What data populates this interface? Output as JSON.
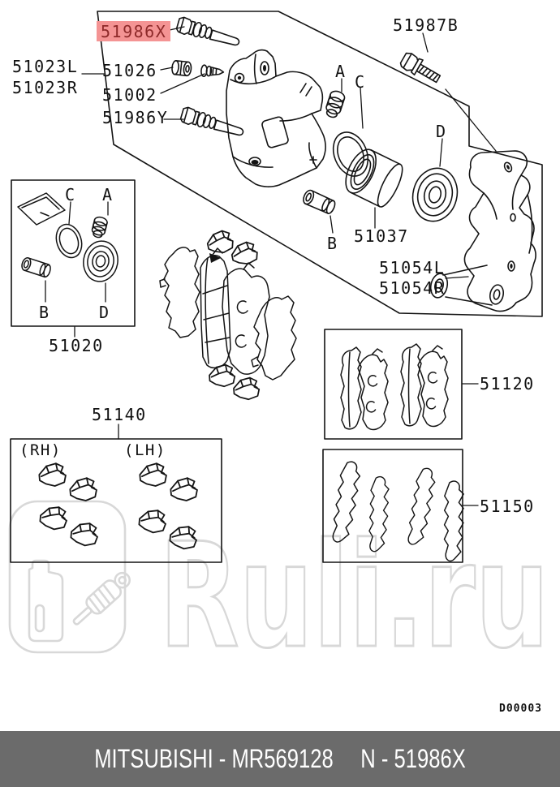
{
  "diagram": {
    "highlight": {
      "text": "51986X",
      "bg": "#f49494",
      "fg": "#8e2a2a"
    },
    "labels": {
      "caliper_l": "51023L",
      "caliper_r": "51023R",
      "cap_51026": "51026",
      "bleeder_51002": "51002",
      "pin_51986y": "51986Y",
      "bolt_51987b": "51987B",
      "piston_51037": "51037",
      "bracket_l": "51054L",
      "bracket_r": "51054R",
      "seal_kit_51020": "51020",
      "clip_kit_51140": "51140",
      "pad_kit_51120": "51120",
      "shim_kit_51150": "51150"
    },
    "refs": {
      "a": "A",
      "b": "B",
      "c": "C",
      "d": "D",
      "rh": "(RH)",
      "lh": "(LH)"
    },
    "code": "D00003"
  },
  "watermark": {
    "text": "Ruli.ru",
    "color": "#d8d8d8"
  },
  "footer": {
    "left": "MITSUBISHI - MR569128",
    "right": "N - 51986X",
    "bg": "#6b6b6b"
  }
}
